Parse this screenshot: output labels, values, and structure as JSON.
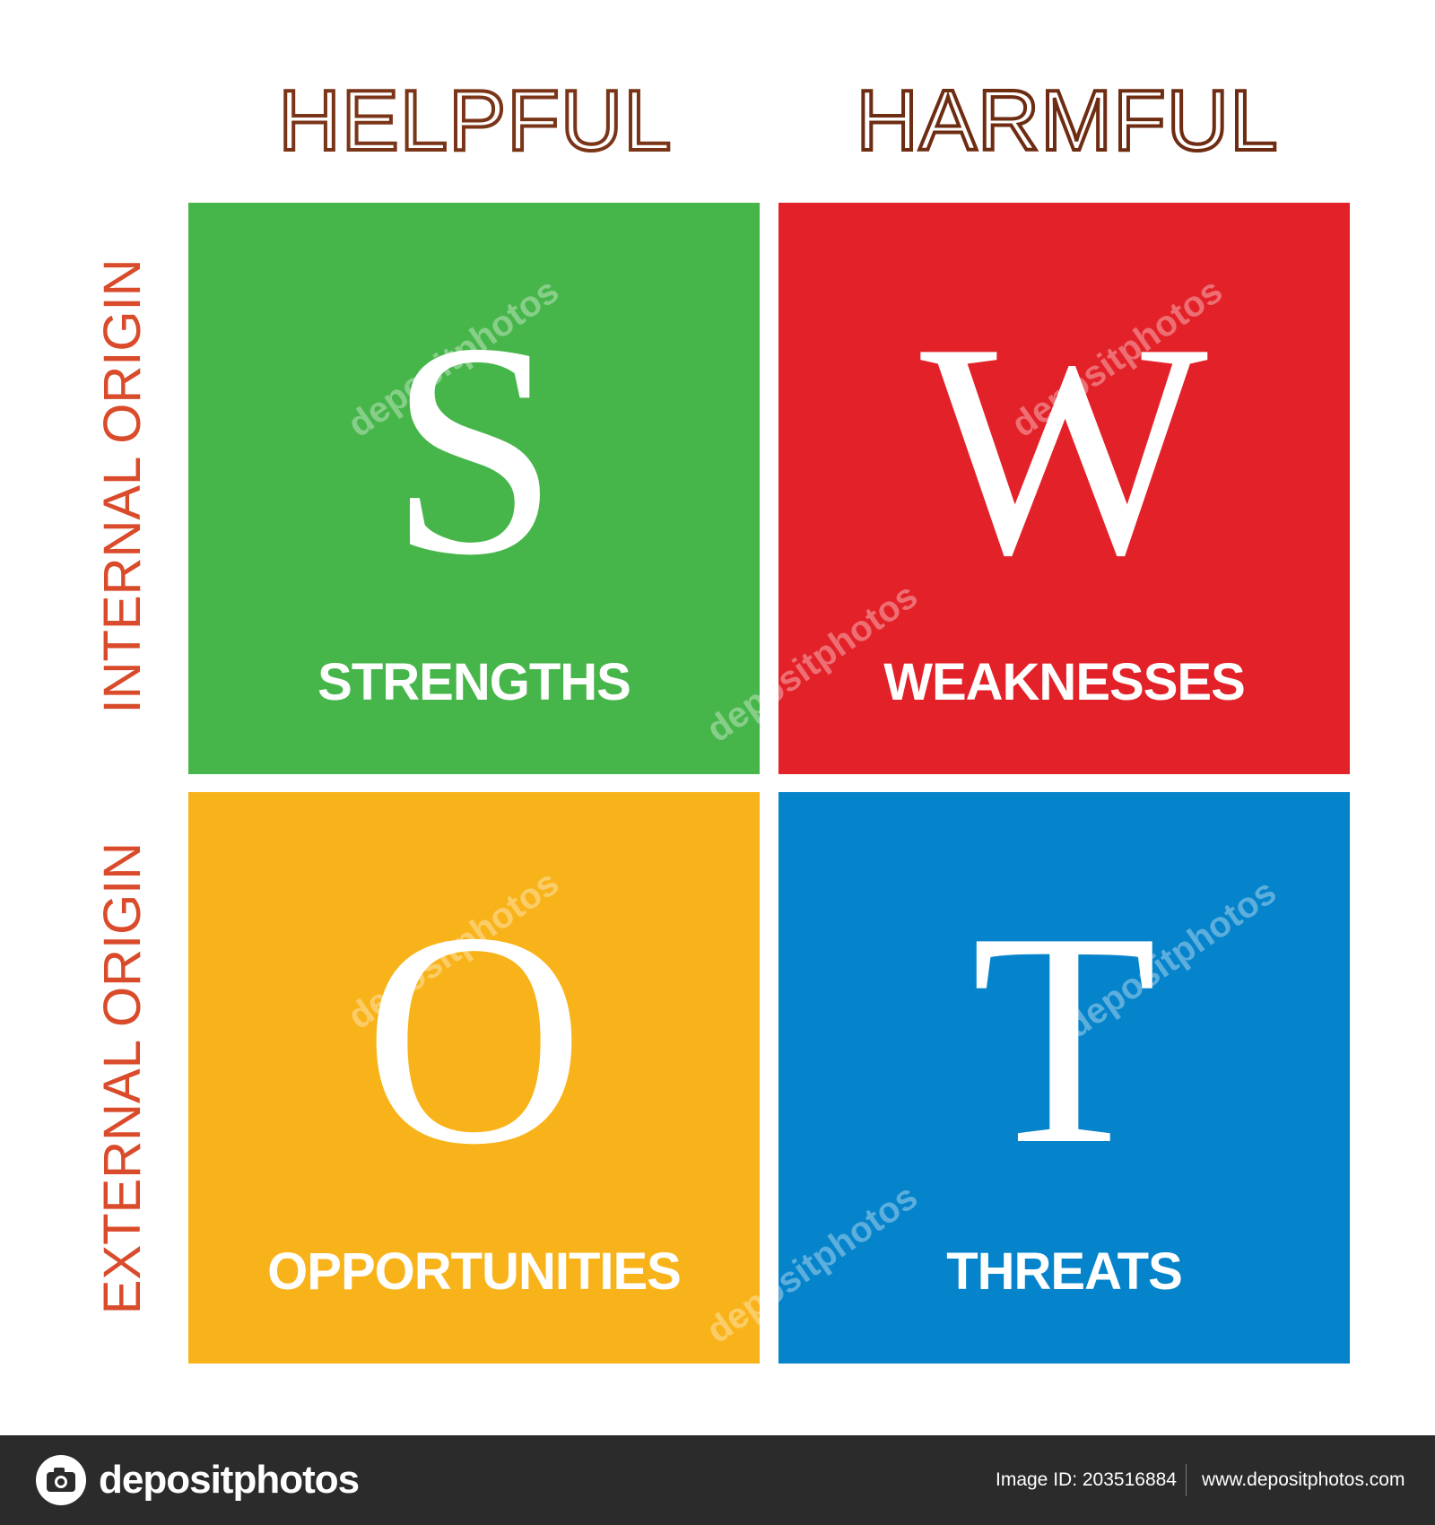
{
  "columns": {
    "helpful": "HELPFUL",
    "harmful": "HARMFUL"
  },
  "rows": {
    "internal": "INTERNAL ORIGIN",
    "external": "EXTERNAL ORIGIN"
  },
  "quadrants": {
    "strengths": {
      "letter": "S",
      "label": "STRENGTHS",
      "color": "#47b64a"
    },
    "weaknesses": {
      "letter": "W",
      "label": "WEAKNESSES",
      "color": "#e32128"
    },
    "opportunities": {
      "letter": "O",
      "label": "OPPORTUNITIES",
      "color": "#f9b31a"
    },
    "threats": {
      "letter": "T",
      "label": "THREATS",
      "color": "#0583cb"
    }
  },
  "footer": {
    "logo": "depositphotos",
    "image_id": "Image ID: 203516884",
    "url": "www.depositphotos.com"
  },
  "watermark": "depositphotos"
}
